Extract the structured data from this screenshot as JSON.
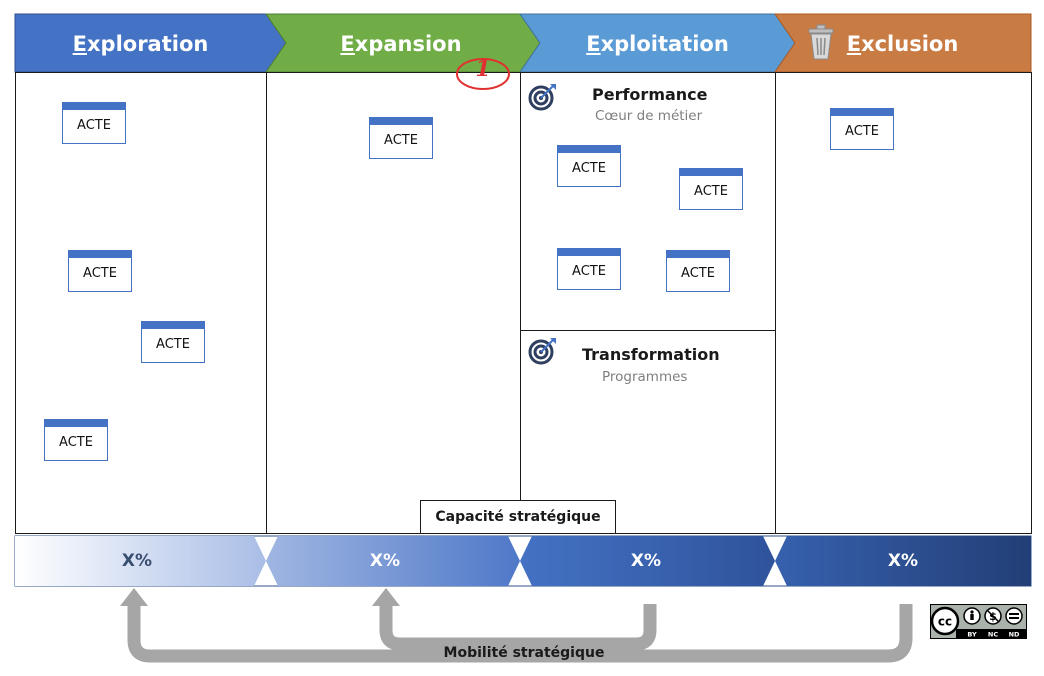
{
  "phases": [
    {
      "label": "Exploration",
      "color": "#4472c4"
    },
    {
      "label": "Expansion",
      "color": "#70ad47"
    },
    {
      "label": "Exploitation",
      "color": "#5b9bd5"
    },
    {
      "label": "Exclusion",
      "color": "#ed7d31"
    }
  ],
  "annotation": "1",
  "acte_label": "ACTE",
  "exploitation_sections": {
    "performance": {
      "title": "Performance",
      "subtitle": "Cœur de métier"
    },
    "transformation": {
      "title": "Transformation",
      "subtitle": "Programmes"
    }
  },
  "capacity": {
    "label": "Capacité stratégique",
    "values": [
      "X%",
      "X%",
      "X%",
      "X%"
    ]
  },
  "mobility_label": "Mobilité stratégique",
  "license": {
    "badge": "cc",
    "terms": [
      "BY",
      "NC",
      "ND"
    ]
  }
}
